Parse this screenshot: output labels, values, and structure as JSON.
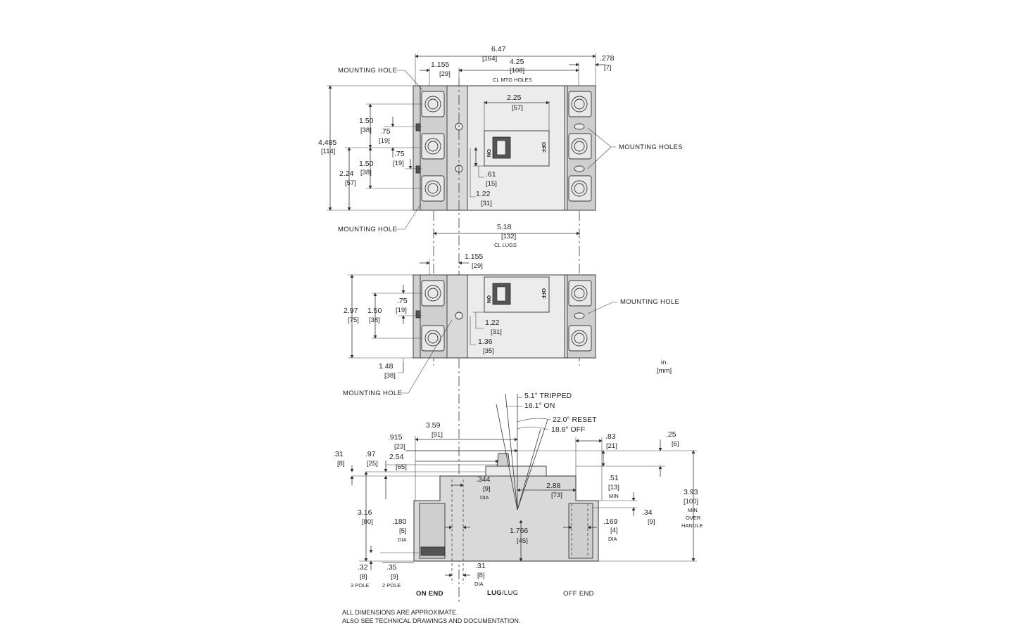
{
  "top_view": {
    "overall_width": {
      "in": "6.47",
      "mm": "[164]"
    },
    "cl_mtg_holes": {
      "in": "4.25",
      "mm": "[108]",
      "note": "CL  MTG  HOLES"
    },
    "offset_1155": {
      "in": "1.155",
      "mm": "[29]"
    },
    "offset_278": {
      "in": ".278",
      "mm": "[7]"
    },
    "handle_width": {
      "in": "2.25",
      "mm": "[57]"
    },
    "height": {
      "in": "4.485",
      "mm": "[114]"
    },
    "pitch_a": {
      "in": "1.50",
      "mm": "[38]"
    },
    "pitch_b": {
      "in": "1.50",
      "mm": "[38]"
    },
    "half_height": {
      "in": "2.24",
      "mm": "[57]"
    },
    "hole_a": {
      "in": ".75",
      "mm": "[19]"
    },
    "hole_b": {
      "in": ".75",
      "mm": "[19]"
    },
    "handle_061": {
      "in": ".61",
      "mm": "[15]"
    },
    "handle_122": {
      "in": "1.22",
      "mm": "[31]"
    },
    "cl_lugs": {
      "in": "5.18",
      "mm": "[132]",
      "note": "CL  LUGS"
    },
    "label_mounting_hole_top": "MOUNTING  HOLE",
    "label_mounting_holes": "MOUNTING  HOLES",
    "label_mounting_hole_bottom": "MOUNTING  HOLE"
  },
  "mid_view": {
    "offset_1155": {
      "in": "1.155",
      "mm": "[29]"
    },
    "height": {
      "in": "2.97",
      "mm": "[75]"
    },
    "pitch": {
      "in": "1.50",
      "mm": "[38]"
    },
    "hole": {
      "in": ".75",
      "mm": "[19]"
    },
    "handle_122": {
      "in": "1.22",
      "mm": "[31]"
    },
    "handle_136": {
      "in": "1.36",
      "mm": "[35]"
    },
    "bottom_148": {
      "in": "1.48",
      "mm": "[38]"
    },
    "label_mounting_hole_right": "MOUNTING  HOLE",
    "label_mounting_hole_left": "MOUNTING  HOLE"
  },
  "units": {
    "in": "in.",
    "mm": "[mm]"
  },
  "handle_angles": {
    "tripped": "5.1°  TRIPPED",
    "on": "16.1°  ON",
    "reset": "22.0°  RESET",
    "off": "18.8°  OFF"
  },
  "side_view": {
    "d359": {
      "in": "3.59",
      "mm": "[91]"
    },
    "d915": {
      "in": ".915",
      "mm": "[23]"
    },
    "d31": {
      "in": ".31",
      "mm": "[8]"
    },
    "d97": {
      "in": ".97",
      "mm": "[25]"
    },
    "d254": {
      "in": "2.54",
      "mm": "[65]"
    },
    "d344": {
      "in": ".344",
      "mm": "[9]",
      "note": "DIA"
    },
    "d288": {
      "in": "2.88",
      "mm": "[73]"
    },
    "d83": {
      "in": ".83",
      "mm": "[21]"
    },
    "d25": {
      "in": ".25",
      "mm": "[6]"
    },
    "d51": {
      "in": ".51",
      "mm": "[13]",
      "note": "MIN"
    },
    "d393": {
      "in": "3.93",
      "mm": "[100]",
      "note1": "MIN",
      "note2": "OVER",
      "note3": "HANDLE"
    },
    "d34": {
      "in": ".34",
      "mm": "[9]"
    },
    "d316": {
      "in": "3.16",
      "mm": "[80]"
    },
    "d180": {
      "in": ".180",
      "mm": "[5]",
      "note": "DIA"
    },
    "d1766": {
      "in": "1.766",
      "mm": "[45]"
    },
    "d169": {
      "in": ".169",
      "mm": "[4]",
      "note": "DIA"
    },
    "d32": {
      "in": ".32",
      "mm": "[8]",
      "note": "3  POLE"
    },
    "d35": {
      "in": ".35",
      "mm": "[9]",
      "note": "2  POLE"
    },
    "d31b": {
      "in": ".31",
      "mm": "[8]",
      "note": "DIA"
    },
    "on_end": "ON  END",
    "lug_bold": "LUG",
    "lug_rest": "/LUG",
    "off_end": "OFF  END"
  },
  "footer": {
    "line1": "ALL DIMENSIONS ARE APPROXIMATE.",
    "line2": "ALSO SEE TECHNICAL DRAWINGS AND DOCUMENTATION."
  }
}
